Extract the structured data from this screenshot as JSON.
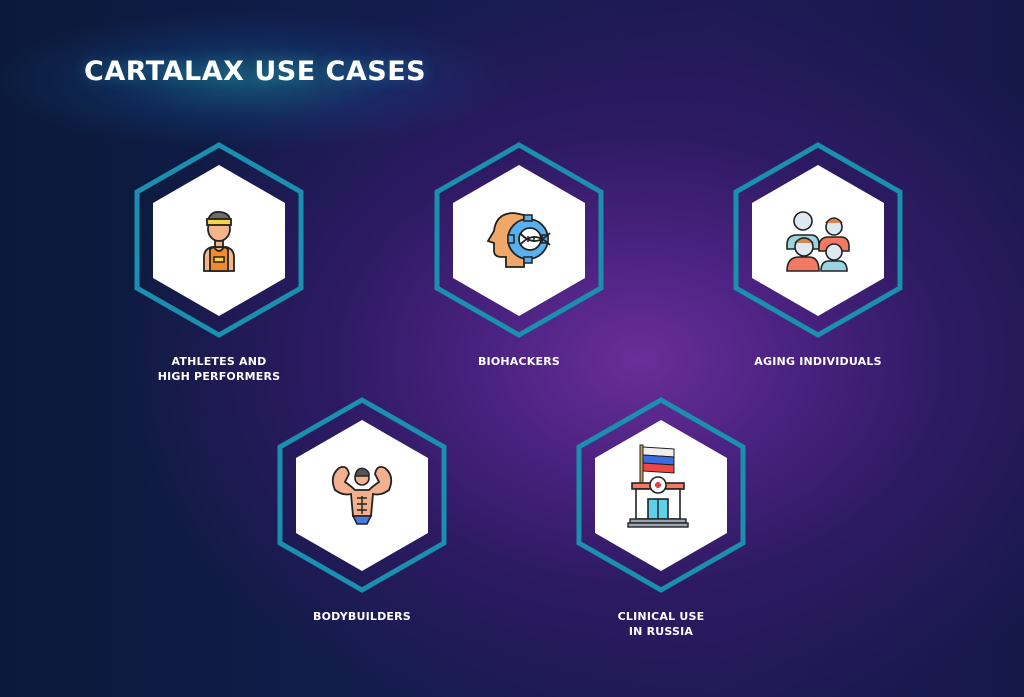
{
  "title": "CARTALAX USE CASES",
  "colors": {
    "hex_stroke": "#1a8fae",
    "hex_fill": "#ffffff",
    "text": "#ffffff"
  },
  "use_cases": [
    {
      "label_line1": "ATHLETES AND",
      "label_line2": "HIGH PERFORMERS",
      "icon": "athlete-icon"
    },
    {
      "label_line1": "BIOHACKERS",
      "label_line2": "",
      "icon": "head-gear-dna-icon"
    },
    {
      "label_line1": "AGING INDIVIDUALS",
      "label_line2": "",
      "icon": "family-group-icon"
    },
    {
      "label_line1": "BODYBUILDERS",
      "label_line2": "",
      "icon": "bodybuilder-icon"
    },
    {
      "label_line1": "CLINICAL USE",
      "label_line2": "IN RUSSIA",
      "icon": "hospital-russian-flag-icon"
    }
  ]
}
